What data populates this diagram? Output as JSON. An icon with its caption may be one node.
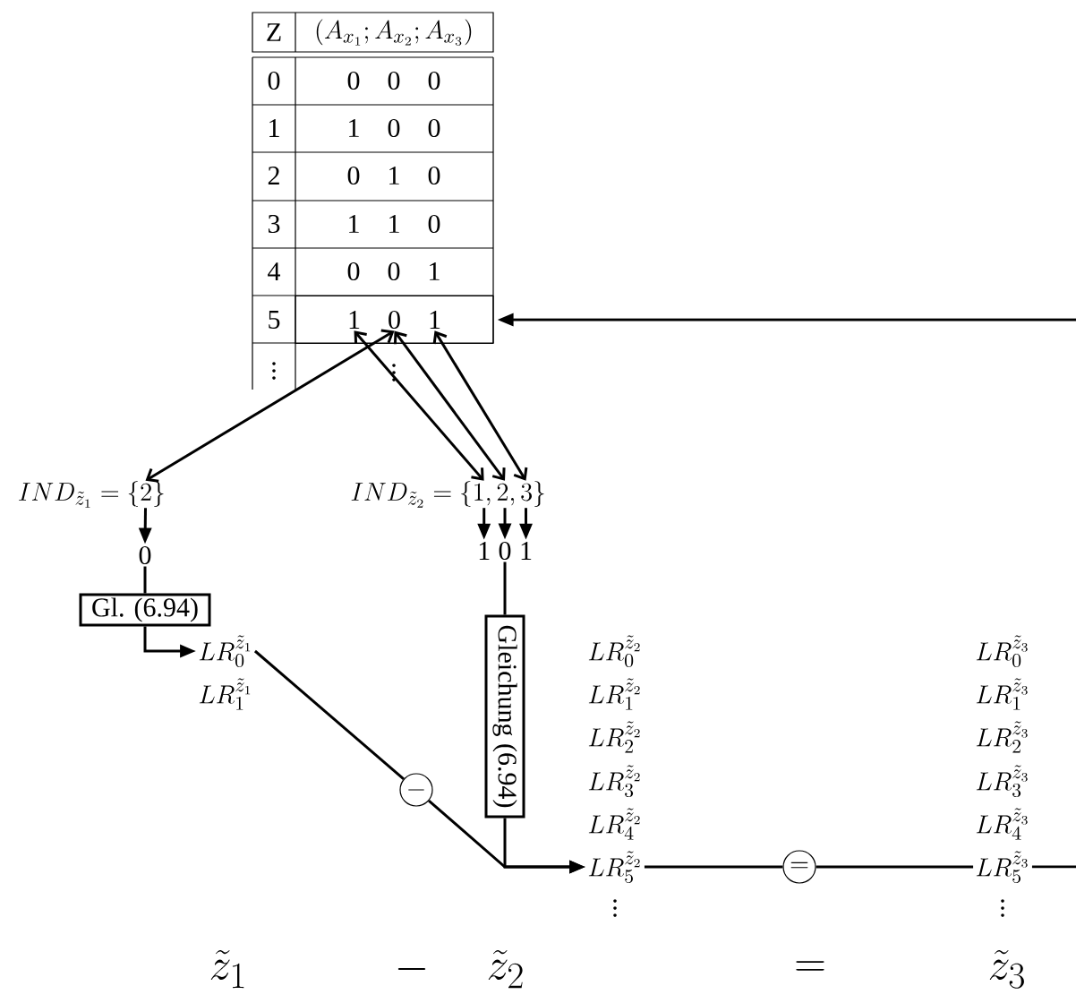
{
  "diagram": {
    "nodes": [
      {
        "text": [],
        "shape": "box"
      },
      {
        "text": [
          "1"
        ],
        "in": 0
      },
      {
        "text": [
          "0"
        ],
        "in": 0
      },
      {
        "text": [
          "1"
        ],
        "in": 0
      },
      {
        "text": [
          "IND_{\\tilde z_1} = \\{2\\}"
        ]
      },
      {
        "text": [
          "IND_{\\tilde z_2} = \\{1,2,3\\}"
        ]
      },
      {
        "text": [
          "0"
        ]
      },
      {
        "text": [
          "1"
        ]
      },
      {
        "text": [
          "0"
        ]
      },
      {
        "text": [
          "1"
        ]
      },
      {
        "text": [
          "Gl. (6.94)"
        ]
      },
      {
        "text": [
          "Gleichung (6.94)"
        ]
      },
      {
        "text": [
          "LR_0^{\\tilde z_1}"
        ]
      },
      {
        "text": [
          "-"
        ]
      },
      {
        "text": [
          "LR_5^{\\tilde z_2}"
        ]
      },
      {
        "text": [
          "="
        ]
      },
      {
        "text": [
          "LR_5^{\\tilde z_3}"
        ]
      }
    ],
    "edges": [
      {
        "from": 2,
        "to": 4,
        "arrow": "both"
      },
      {
        "from": 1,
        "to": 5,
        "arrow": "both"
      },
      {
        "from": 2,
        "to": 5,
        "arrow": "both"
      },
      {
        "from": 3,
        "to": 5,
        "arrow": "both"
      },
      {
        "from": 4,
        "to": 6,
        "arrow": "to"
      },
      {
        "from": 5,
        "to": 7,
        "arrow": "to"
      },
      {
        "from": 5,
        "to": 8,
        "arrow": "to"
      },
      {
        "from": 5,
        "to": 9,
        "arrow": "to"
      },
      {
        "from": 6,
        "to": 10,
        "arrow": "none"
      },
      {
        "from": 10,
        "to": 12,
        "arrow": "to"
      },
      {
        "from": 8,
        "to": 11,
        "arrow": "none"
      },
      {
        "from": 11,
        "to": 14,
        "arrow": "to"
      },
      {
        "from": 12,
        "to": 13,
        "arrow": "none"
      },
      {
        "from": 13,
        "to": 14,
        "arrow": "to"
      },
      {
        "from": 14,
        "to": 15,
        "arrow": "none"
      },
      {
        "from": 15,
        "to": 16,
        "arrow": "none"
      },
      {
        "from": 16,
        "to": null,
        "arrow": "none"
      },
      {
        "from": null,
        "to": 0,
        "arrow": "to"
      }
    ],
    "labels": [
      "Z",
      "(A_{x_1};A_{x_2};A_{x_3})",
      "0",
      "0 0 0",
      "1",
      "1 0 0",
      "2",
      "0 1 0",
      "3",
      "1 1 0",
      "4",
      "0 0 1",
      "5",
      "\\vdots",
      "\\vdots",
      "LR_1^{\\tilde z_1}",
      "LR_0^{\\tilde z_2}",
      "LR_1^{\\tilde z_2}",
      "LR_2^{\\tilde z_2}",
      "LR_3^{\\tilde z_2}",
      "LR_4^{\\tilde z_2}",
      "\\vdots",
      "LR_0^{\\tilde z_3}",
      "LR_1^{\\tilde z_3}",
      "LR_2^{\\tilde z_3}",
      "LR_3^{\\tilde z_3}",
      "LR_4^{\\tilde z_3}",
      "\\vdots",
      "\\tilde z_1",
      "-",
      "\\tilde z_2",
      "=",
      "\\tilde z_3"
    ]
  }
}
